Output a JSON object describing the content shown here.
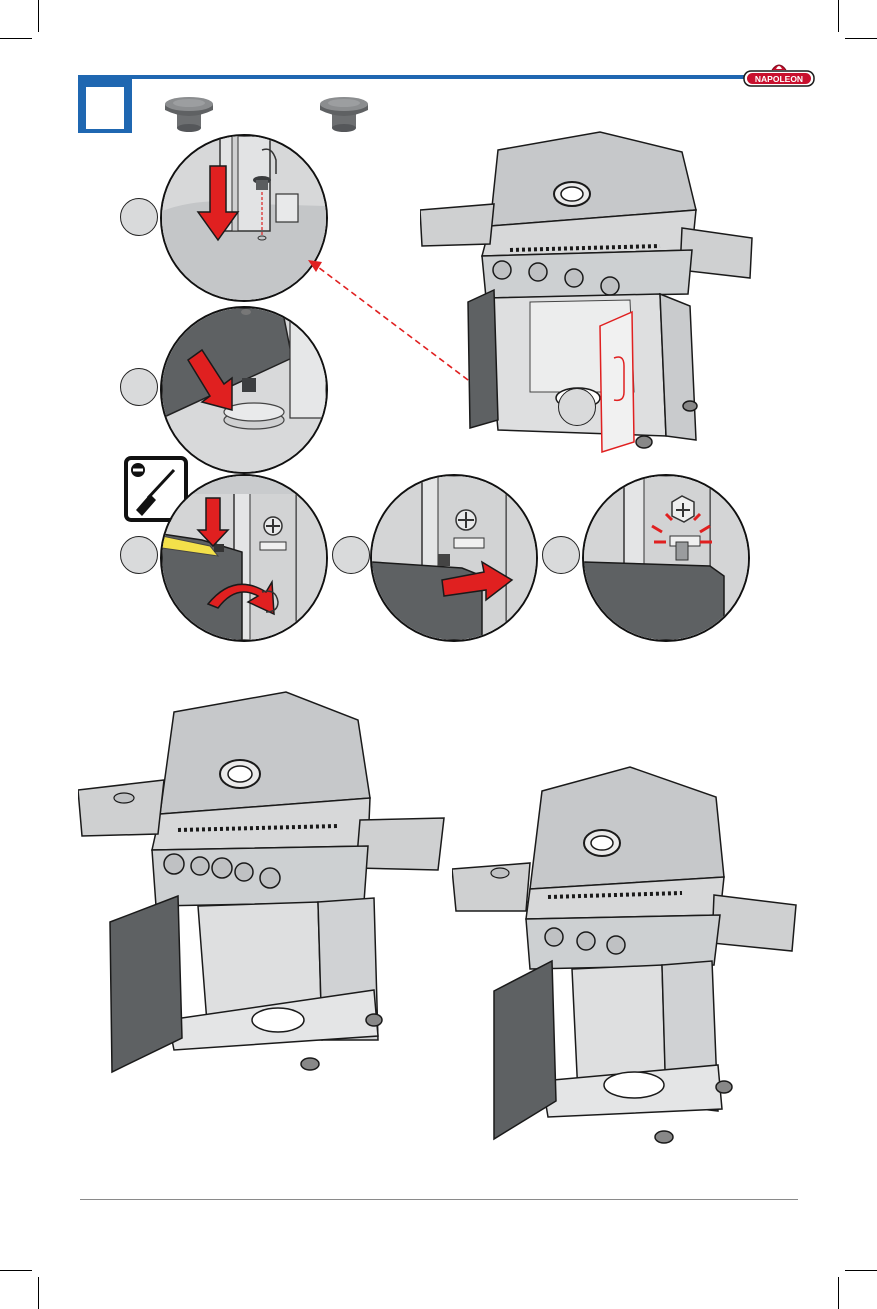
{
  "brand": {
    "logo_text": "NAPOLEON",
    "accent_color": "#1f67b1",
    "logo_color": "#c8102e"
  },
  "header": {
    "step_number": "",
    "parts": [
      {
        "icon": "rubber-bumper-icon"
      },
      {
        "icon": "rubber-bumper-icon"
      }
    ]
  },
  "callouts": [
    {
      "name": "callout-insert-bumper",
      "step": "",
      "icon": "arrow-down-icon"
    },
    {
      "name": "callout-press-bumper",
      "step": "",
      "icon": "arrow-diagonal-icon"
    },
    {
      "name": "callout-hinge-pin",
      "step": "",
      "icon": "rotate-arrow-icon"
    },
    {
      "name": "callout-slide-door",
      "step": "",
      "icon": "arrow-right-icon"
    },
    {
      "name": "callout-secure-screw",
      "step": "",
      "icon": "screw-icon"
    }
  ],
  "tool": {
    "icon": "flathead-screwdriver-icon"
  },
  "colors": {
    "arrow_red": "#e02020",
    "door_dark": "#5e6163",
    "steel": "#c9cbcd",
    "steel_light": "#e4e5e6",
    "outline": "#1a1a1a"
  }
}
